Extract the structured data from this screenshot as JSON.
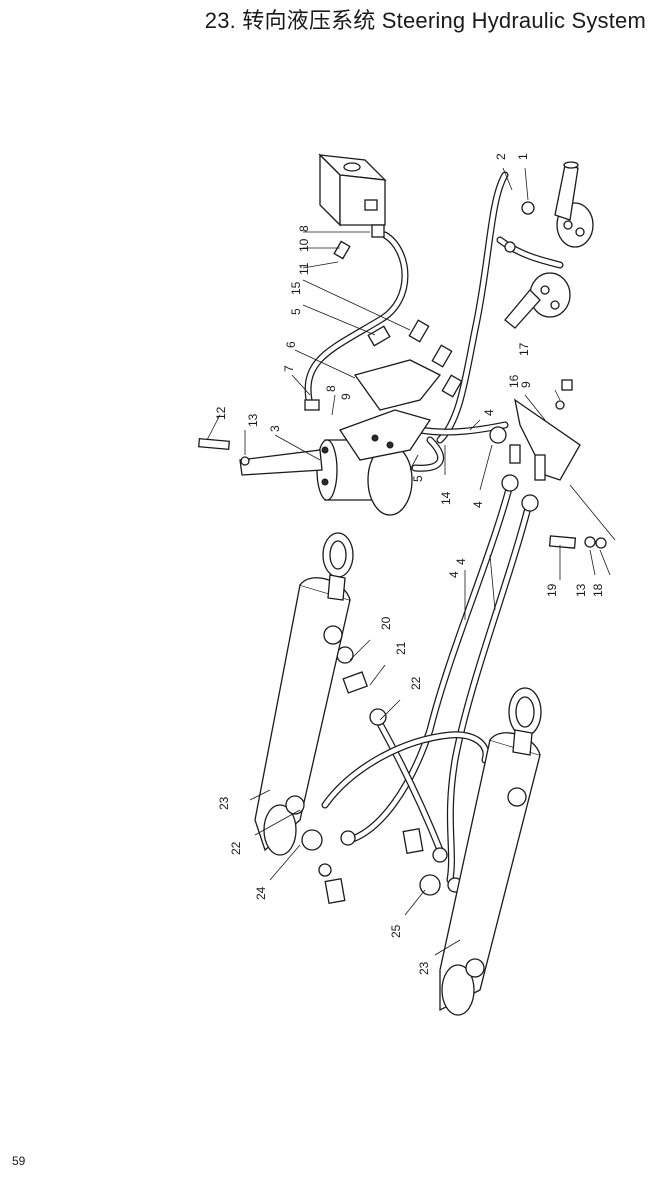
{
  "header": {
    "title": "23. 转向液压系统  Steering Hydraulic System"
  },
  "footer": {
    "page_number": "59"
  },
  "callouts": {
    "c1": "1",
    "c2": "2",
    "c3": "3",
    "c4a": "4",
    "c4b": "4",
    "c4c": "4",
    "c4d": "4",
    "c5a": "5",
    "c5b": "5",
    "c6": "6",
    "c7": "7",
    "c8a": "8",
    "c8b": "8",
    "c9a": "9",
    "c9b": "9",
    "c10": "10",
    "c11": "11",
    "c12": "12",
    "c13a": "13",
    "c13b": "13",
    "c14": "14",
    "c15": "15",
    "c16": "16",
    "c17": "17",
    "c18": "18",
    "c19": "19",
    "c20": "20",
    "c21": "21",
    "c22a": "22",
    "c22b": "22",
    "c23a": "23",
    "c23b": "23",
    "c24": "24",
    "c25": "25"
  }
}
